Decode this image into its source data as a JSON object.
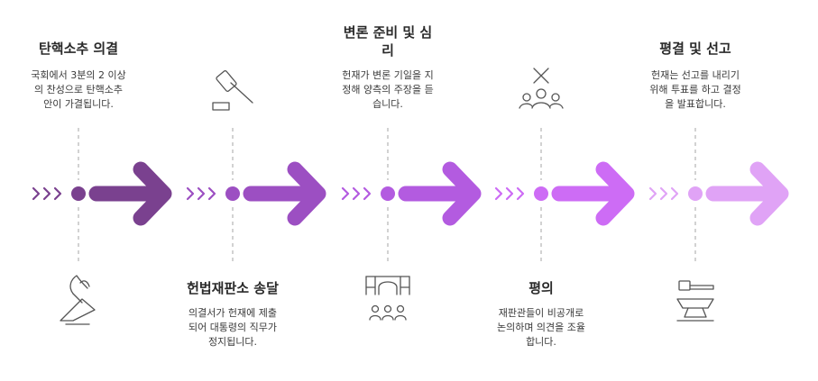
{
  "stages": [
    {
      "title": [
        "탄핵소추 의결"
      ],
      "description": [
        "국회에서 3분의 2 이상",
        "의 찬성으로 탄핵소추",
        "안이 가결됩니다."
      ],
      "color": "#7a418f",
      "text_position": "top",
      "top_icon": "gavel-icon",
      "bottom_icon": "ballot-vote-icon"
    },
    {
      "title": [
        "헌법재판소 송달"
      ],
      "description": [
        "의결서가 헌재에 제출",
        "되어 대통령의 직무가",
        "정지됩니다."
      ],
      "color": "#9c4fc2",
      "text_position": "bottom",
      "top_icon": "gavel-icon",
      "bottom_icon": "ballot-vote-icon"
    },
    {
      "title": [
        "변론 준비 및 심",
        "리"
      ],
      "description": [
        "헌재가 변론 기일을 지",
        "정해 양측의 주장을 듣",
        "습니다."
      ],
      "color": "#b35be0",
      "text_position": "top",
      "top_icon": "gavel-icon",
      "bottom_icon": "courtroom-audience-icon"
    },
    {
      "title": [
        "평의"
      ],
      "description": [
        "재판관들이 비공개로",
        "논의하며 의견을 조율",
        "합니다."
      ],
      "color": "#cd6cf5",
      "text_position": "bottom",
      "top_icon": "group-deliberation-icon",
      "bottom_icon": "courtroom-audience-icon"
    },
    {
      "title": [
        "평결 및 선고"
      ],
      "description": [
        "헌재는 선고를 내리기",
        "위해 투표를 하고 결정",
        "을 발표합니다."
      ],
      "color": "#e0a3f6",
      "text_position": "top",
      "top_icon": "group-deliberation-icon",
      "bottom_icon": "hammer-anvil-icon"
    }
  ]
}
